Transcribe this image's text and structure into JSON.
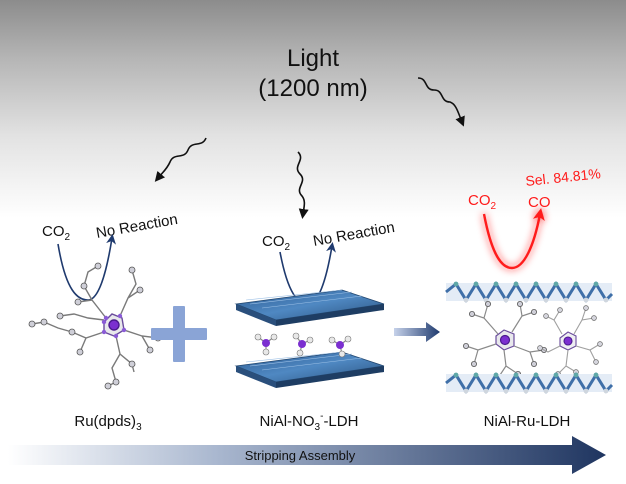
{
  "title": {
    "line1": "Light",
    "line2": "(1200 nm)"
  },
  "panels": {
    "left": {
      "reactant": "CO",
      "reactant_sub": "2",
      "result": "No Reaction",
      "caption_main": "Ru(dpds)",
      "caption_sub": "3"
    },
    "middle": {
      "reactant": "CO",
      "reactant_sub": "2",
      "result": "No Reaction",
      "caption_a": "NiAl-NO",
      "caption_sub": "3",
      "caption_sup": "-",
      "caption_b": "-LDH"
    },
    "right": {
      "reactant": "CO",
      "reactant_sub": "2",
      "product": "CO",
      "selectivity": "Sel. 84.81%",
      "caption": "NiAl-Ru-LDH"
    }
  },
  "bottom_arrow": {
    "label": "Stripping Assembly"
  },
  "colors": {
    "reaction_arrow": "#1f3a6e",
    "active_arrow": "#ff1a1a",
    "plus": "#8aa4d6",
    "ldh_layer": "#3f6fa8",
    "ruthenium": "#7b2fd0"
  },
  "icons": [
    "wavy-light-arrow-icon",
    "plus-icon",
    "right-arrow-icon"
  ]
}
